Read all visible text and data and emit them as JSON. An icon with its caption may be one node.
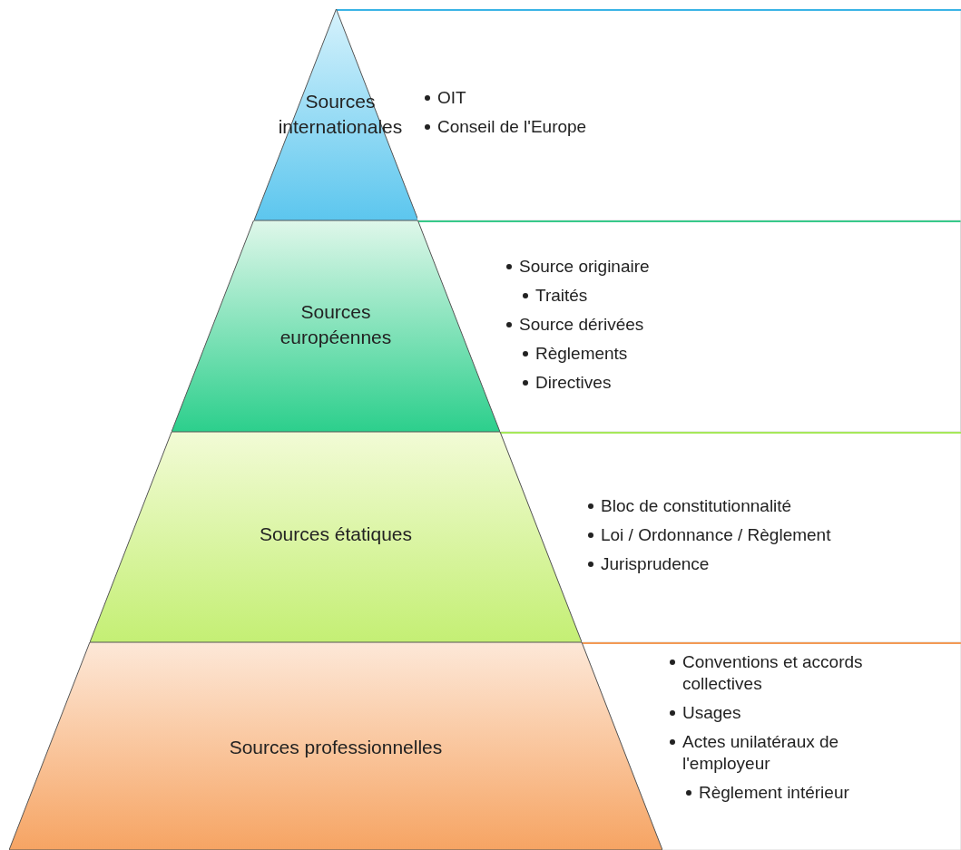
{
  "diagram": {
    "nodes": [
      {
        "text": [
          "Sources internationales"
        ]
      },
      {
        "text": [
          "OIT",
          "Conseil de l'Europe"
        ]
      },
      {
        "text": [
          "Sources européennes"
        ]
      },
      {
        "text": [
          "Source originaire",
          "Traités",
          "Source dérivées",
          "Règlements",
          "Directives"
        ]
      },
      {
        "text": [
          "Sources étatiques"
        ]
      },
      {
        "text": [
          "Bloc de constitutionnalité",
          "Loi / Ordonnance / Règlement",
          "Jurisprudence"
        ]
      },
      {
        "text": [
          "Sources professionnelles"
        ]
      },
      {
        "text": [
          "Conventions et accords collectives",
          "Usages",
          "Actes unilatéraux de l'employeur",
          "Règlement intérieur"
        ]
      }
    ]
  }
}
